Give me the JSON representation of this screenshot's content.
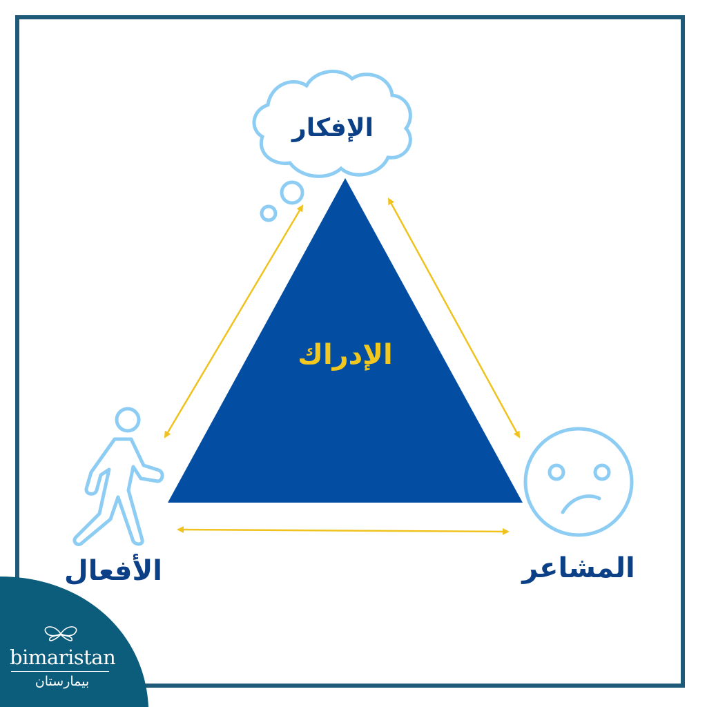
{
  "diagram": {
    "center_label": "الإدراك",
    "top_label": "الإفكار",
    "left_label": "الأفعال",
    "right_label": "المشاعر"
  },
  "brand": {
    "name": "bimaristan",
    "name_ar": "بيمارستان"
  },
  "colors": {
    "frame": "#1f5a78",
    "triangle": "#034ea2",
    "arrow": "#efc21e",
    "icon": "#8ecdf3",
    "label": "#0b3f86",
    "center_label": "#f2c820",
    "brand_bg": "#0c5c7c"
  },
  "icons": [
    "thought-cloud-icon",
    "walking-person-icon",
    "sad-face-icon",
    "butterfly-logo-icon"
  ]
}
